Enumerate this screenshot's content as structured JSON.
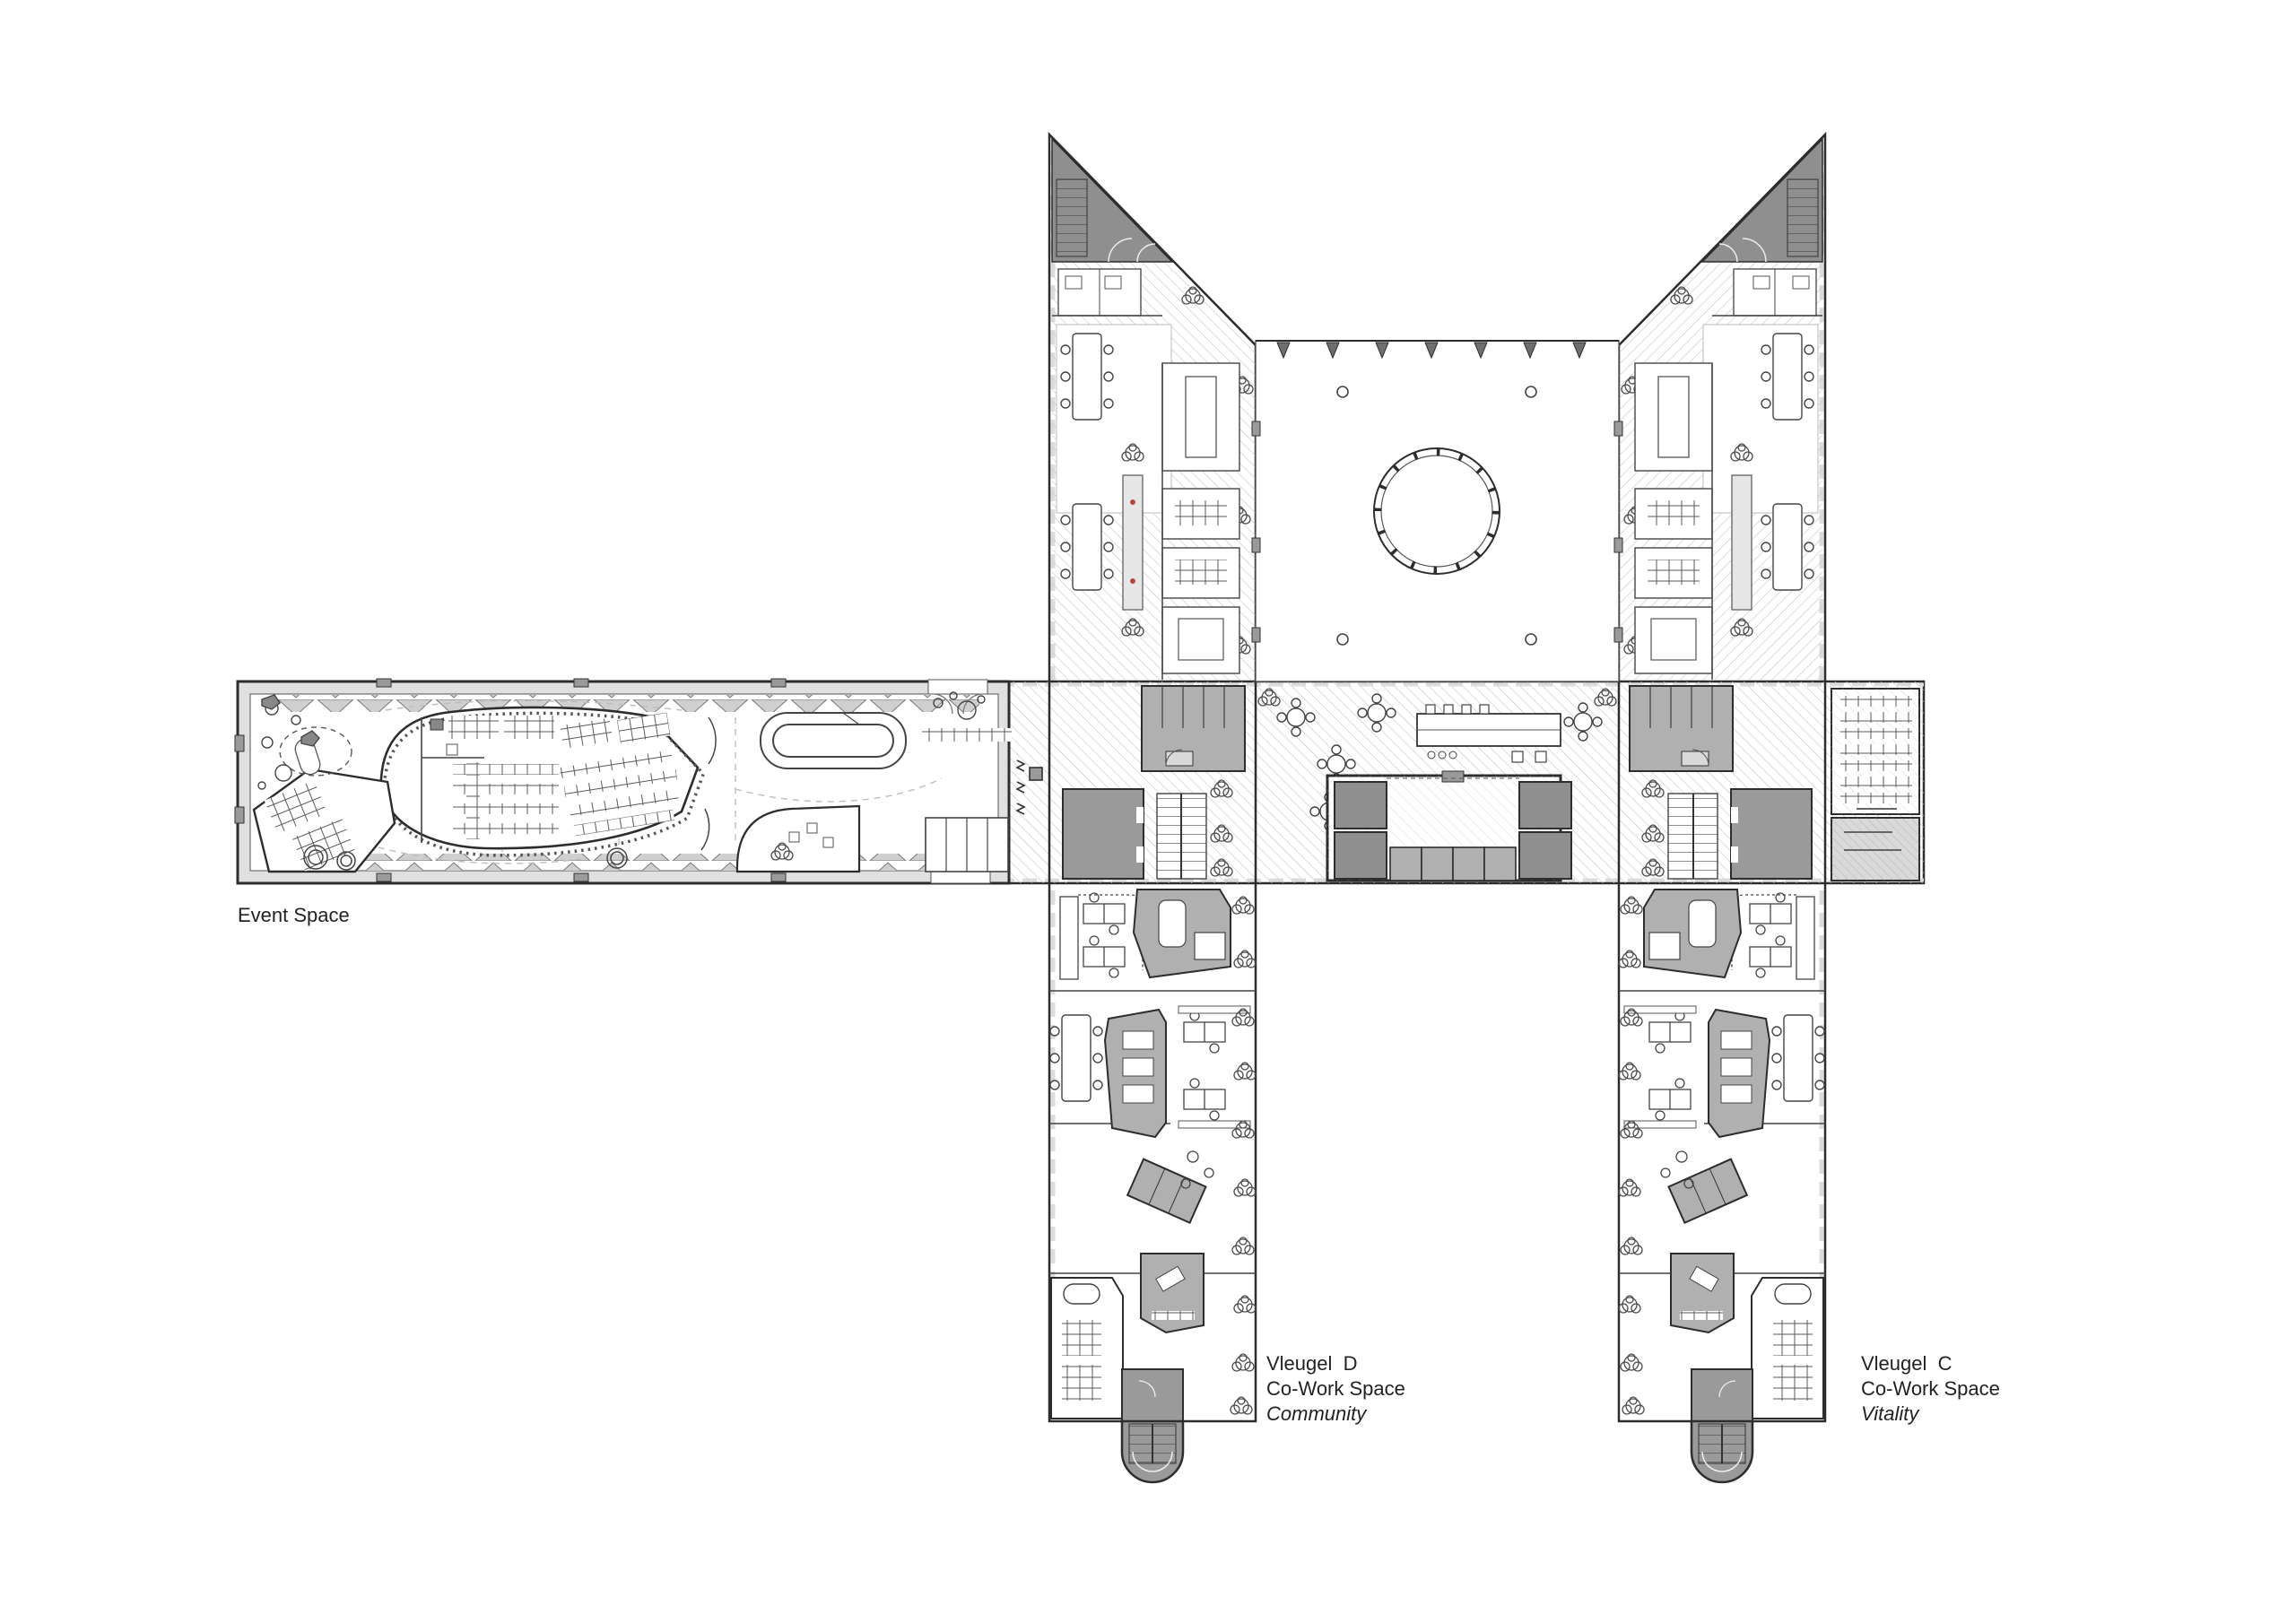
{
  "drawing": {
    "kind": "architectural floor plan",
    "labels": {
      "event_space": "Event Space",
      "wing_d": {
        "line1": "Vleugel  D",
        "line2": "Co-Work Space",
        "line3": "Community"
      },
      "wing_c": {
        "line1": "Vleugel  C",
        "line2": "Co-Work Space",
        "line3": "Vitality"
      }
    },
    "colors": {
      "paper": "#ffffff",
      "ink": "#2d2d2d",
      "hatch_line": "#c4c4c4",
      "gray_light": "#d9d9d9",
      "gray_mid": "#b0b0b0",
      "gray_dark": "#8f8f8f",
      "accent_red": "#b5443c"
    }
  }
}
